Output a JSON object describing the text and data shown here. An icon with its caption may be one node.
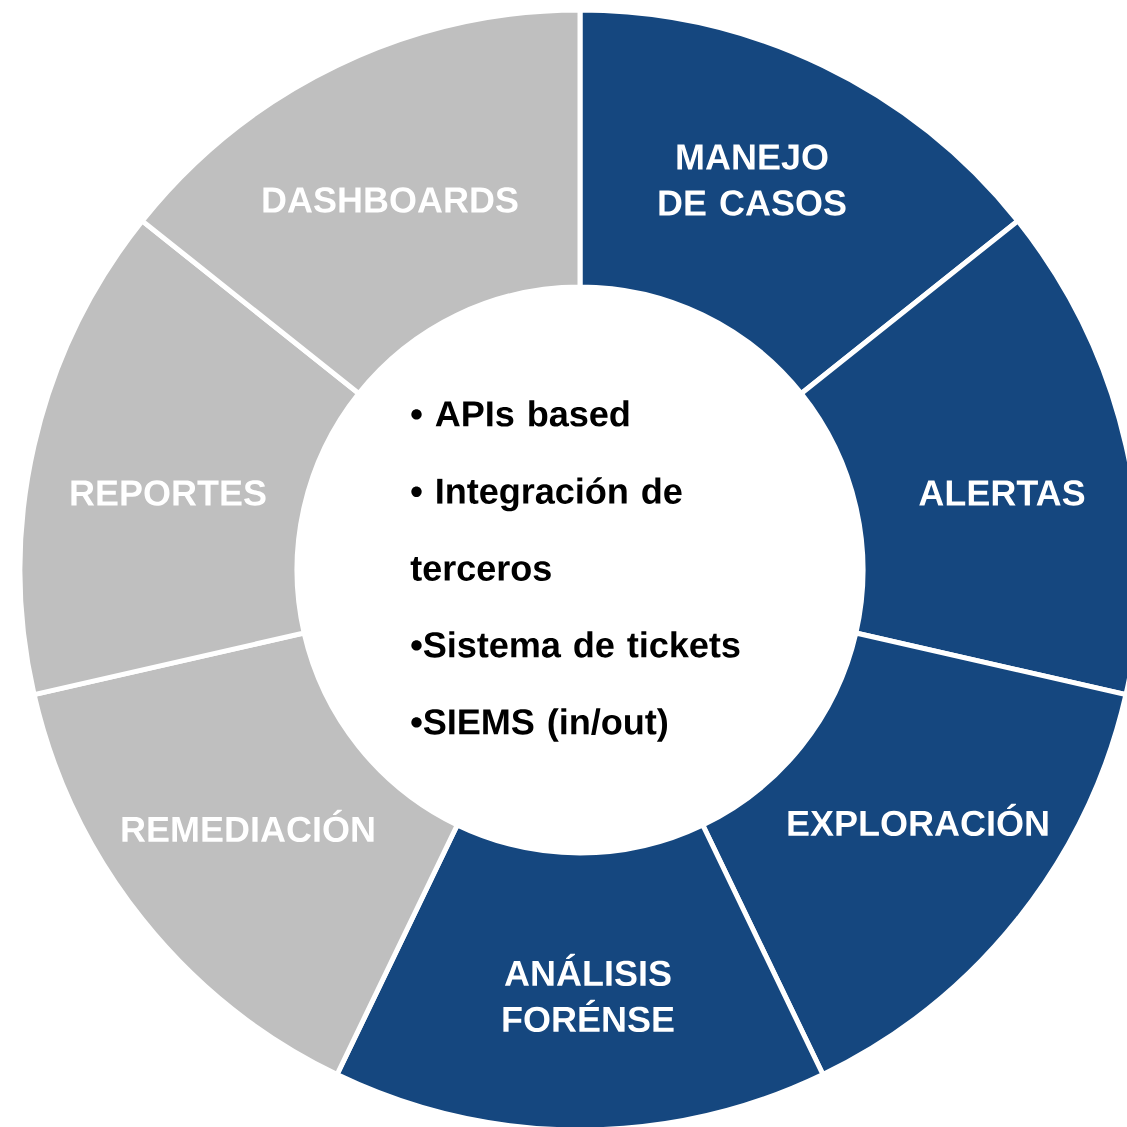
{
  "diagram": {
    "nodes": [
      {
        "text": [
          "MANEJO DE CASOS"
        ]
      },
      {
        "text": [
          "ALERTAS"
        ]
      },
      {
        "text": [
          "EXPLORACIÓN"
        ]
      },
      {
        "text": [
          "ANÁLISIS FORÉNSE"
        ]
      },
      {
        "text": [
          "REMEDIACIÓN"
        ]
      },
      {
        "text": [
          "REPORTES"
        ]
      },
      {
        "text": [
          "DASHBOARDS"
        ]
      },
      {
        "text": [
          "• APIs based",
          "• Integración de terceros",
          "•Sistema de tickets",
          "•SIEMS (in/out)"
        ]
      }
    ]
  }
}
